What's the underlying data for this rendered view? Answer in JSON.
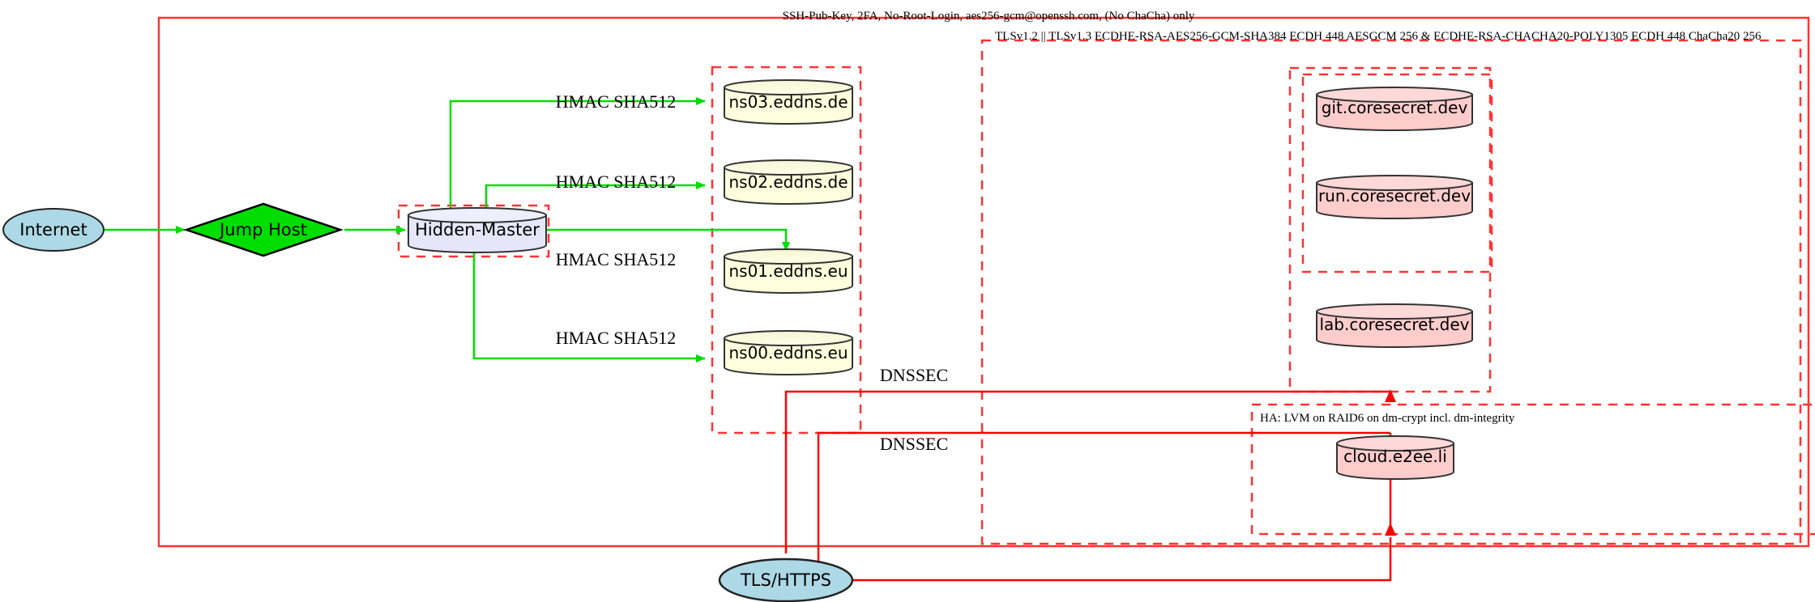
{
  "diagram": {
    "title_visible": false,
    "colors": {
      "cluster_stroke": "#ff3333",
      "ssh_edge": "#00dd00",
      "tls_edge": "#ff0000",
      "dns_node_fill": "#ffffdd",
      "service_node_fill": "#ffcccc",
      "master_node_fill": "#e6e6fa",
      "endpoint_fill": "#add8e6",
      "jumphost_fill": "#00dd00",
      "node_stroke": "#333333"
    },
    "clusters": [
      {
        "id": "outer-ssh",
        "label": "SSH-Pub-Key, 2FA, No-Root-Login, aes256-gcm@openssh.com, (No ChaCha) only",
        "style": "solid"
      },
      {
        "id": "tls-policy",
        "label": "TLSv1.2 || TLSv1.3 ECDHE-RSA-AES256-GCM-SHA384 ECDH 448 AESGCM 256 & ECDHE-RSA-CHACHA20-POLY1305 ECDH 448 ChaCha20 256",
        "style": "dashed"
      },
      {
        "id": "ha-storage",
        "label": "HA: LVM on RAID6 on dm-crypt incl. dm-integrity",
        "style": "dashed"
      },
      {
        "id": "hidden-master-zone",
        "label": "",
        "style": "dashed"
      },
      {
        "id": "nameserver-zone",
        "label": "",
        "style": "dashed"
      },
      {
        "id": "coresecret-zone",
        "label": "",
        "style": "dashed"
      },
      {
        "id": "coresecret-inner-zone",
        "label": "",
        "style": "dashed"
      }
    ],
    "nodes": [
      {
        "id": "internet",
        "label": "Internet",
        "shape": "ellipse",
        "fill": "#add8e6"
      },
      {
        "id": "jump-host",
        "label": "Jump Host",
        "shape": "diamond",
        "fill": "#00dd00"
      },
      {
        "id": "hidden-master",
        "label": "Hidden-Master",
        "shape": "cylinder",
        "fill": "#e6e6fa"
      },
      {
        "id": "ns03",
        "label": "ns03.eddns.de",
        "shape": "cylinder",
        "fill": "#ffffdd"
      },
      {
        "id": "ns02",
        "label": "ns02.eddns.de",
        "shape": "cylinder",
        "fill": "#ffffdd"
      },
      {
        "id": "ns01",
        "label": "ns01.eddns.eu",
        "shape": "cylinder",
        "fill": "#ffffdd"
      },
      {
        "id": "ns00",
        "label": "ns00.eddns.eu",
        "shape": "cylinder",
        "fill": "#ffffdd"
      },
      {
        "id": "git",
        "label": "git.coresecret.dev",
        "shape": "cylinder",
        "fill": "#ffcccc"
      },
      {
        "id": "run",
        "label": "run.coresecret.dev",
        "shape": "cylinder",
        "fill": "#ffcccc"
      },
      {
        "id": "lab",
        "label": "lab.coresecret.dev",
        "shape": "cylinder",
        "fill": "#ffcccc"
      },
      {
        "id": "cloud",
        "label": "cloud.e2ee.li",
        "shape": "cylinder",
        "fill": "#ffcccc"
      },
      {
        "id": "tls-https",
        "label": "TLS/HTTPS",
        "shape": "ellipse",
        "fill": "#add8e6"
      }
    ],
    "edges": [
      {
        "id": "internet-jumphost",
        "from": "internet",
        "to": "jump-host",
        "label": "",
        "color": "#00dd00"
      },
      {
        "id": "jumphost-master",
        "from": "jump-host",
        "to": "hidden-master",
        "label": "",
        "color": "#00dd00"
      },
      {
        "id": "master-ns03",
        "from": "hidden-master",
        "to": "ns03",
        "label": "HMAC SHA512",
        "color": "#00dd00"
      },
      {
        "id": "master-ns02",
        "from": "hidden-master",
        "to": "ns02",
        "label": "HMAC SHA512",
        "color": "#00dd00"
      },
      {
        "id": "master-ns01",
        "from": "hidden-master",
        "to": "ns01",
        "label": "HMAC SHA512",
        "color": "#00dd00"
      },
      {
        "id": "master-ns00",
        "from": "hidden-master",
        "to": "ns00",
        "label": "HMAC SHA512",
        "color": "#00dd00"
      },
      {
        "id": "dnssec-upper",
        "from": "nameserver-zone",
        "to": "coresecret-zone",
        "label": "DNSSEC",
        "color": "#ff0000"
      },
      {
        "id": "dnssec-lower",
        "from": "nameserver-zone",
        "to": "ha-storage",
        "label": "DNSSEC",
        "color": "#ff0000"
      },
      {
        "id": "tls-https-services",
        "from": "tls-https",
        "to": "coresecret-zone",
        "label": "",
        "color": "#ff0000"
      }
    ]
  }
}
